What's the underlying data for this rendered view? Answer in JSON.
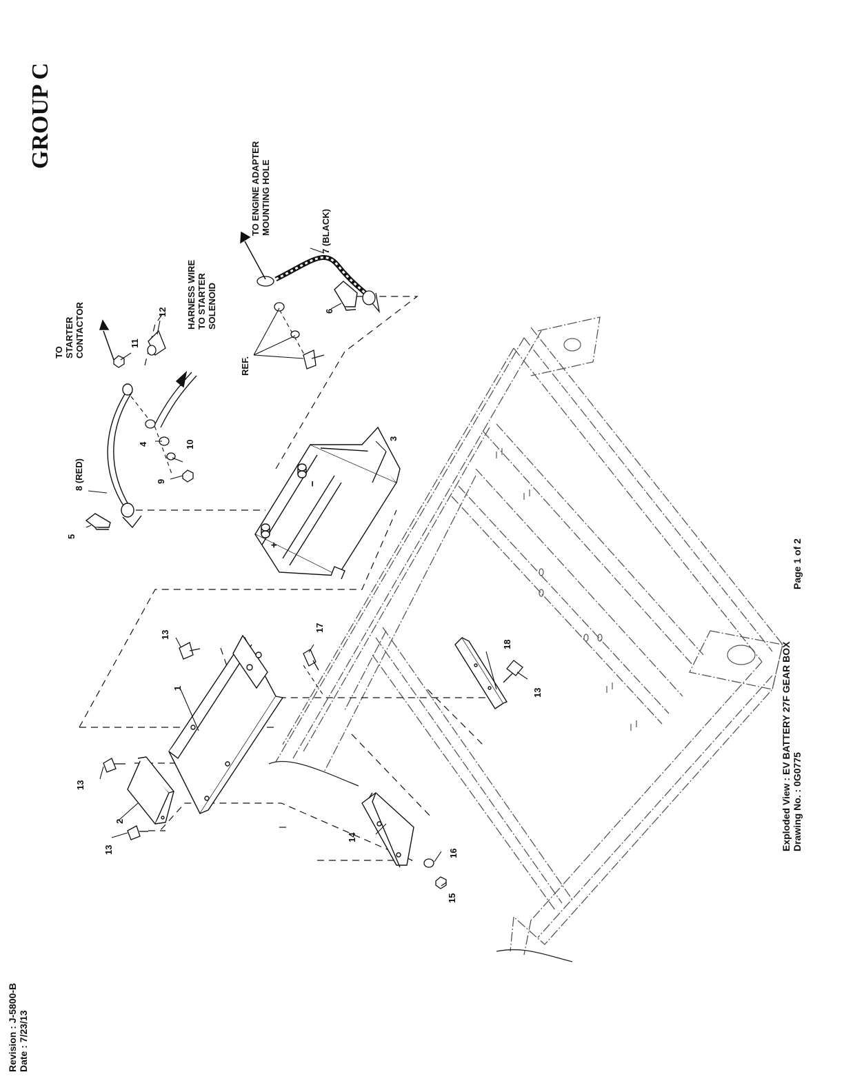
{
  "header": {
    "group_title": "GROUP C"
  },
  "title_block": {
    "view_line": "Exploded View : EV BATTERY 27F GEAR BOX",
    "drawing_line": "Drawing No. : 0G0775",
    "page_line": "Page 1 of 2",
    "revision_line": "Revision : J-5800-B",
    "date_line": "Date : 7/23/13"
  },
  "callouts": {
    "to_starter_contactor": [
      "TO",
      "STARTER",
      "CONTACTOR"
    ],
    "harness_wire": [
      "HARNESS WIRE",
      "TO STARTER",
      "SOLENOID"
    ],
    "engine_adapter": [
      "TO ENGINE ADAPTER",
      "MOUNTING HOLE"
    ],
    "ref": "REF.",
    "black_cable": "7 (BLACK)",
    "red_cable": "8 (RED)"
  },
  "part_numbers": {
    "p1": "1",
    "p2": "2",
    "p3": "3",
    "p4": "4",
    "p5": "5",
    "p6": "6",
    "p9": "9",
    "p10": "10",
    "p11": "11",
    "p12": "12",
    "p13a": "13",
    "p13b": "13",
    "p13c": "13",
    "p13d": "13",
    "p14": "14",
    "p15": "15",
    "p16": "16",
    "p17": "17",
    "p18": "18"
  },
  "battery_marks": {
    "plus": "+",
    "minus": "−"
  },
  "colors": {
    "ink": "#111111",
    "frame_ink": "#555555",
    "paper": "#ffffff"
  }
}
